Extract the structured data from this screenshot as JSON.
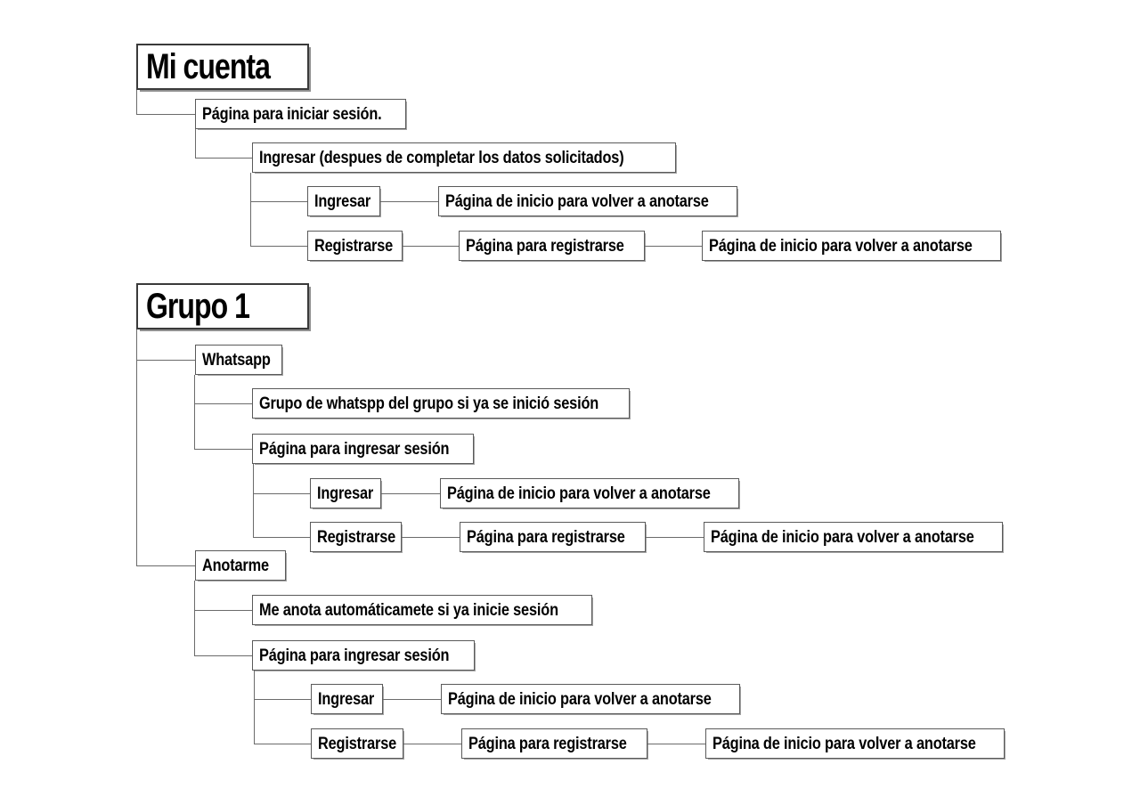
{
  "diagram": {
    "type": "tree-flowchart",
    "title_boxes": [
      {
        "id": "mi-cuenta",
        "label": "Mi cuenta"
      },
      {
        "id": "grupo-1",
        "label": "Grupo 1"
      }
    ],
    "nodes": {
      "mc_pagina_iniciar": "Página para iniciar sesión.",
      "mc_ingresar_datos": "Ingresar (despues de completar los datos solicitados)",
      "mc_ingresar": "Ingresar",
      "mc_inicio_volver_1": "Página de inicio para volver a anotarse",
      "mc_registrarse": "Registrarse",
      "mc_pagina_registrarse": "Página para registrarse",
      "mc_inicio_volver_2": "Página de inicio para volver a anotarse",
      "g1_whatsapp": "Whatsapp",
      "g1_grupo_whatspp": "Grupo de whatspp del grupo si ya se inició sesión",
      "g1_pagina_ingresar": "Página para ingresar sesión",
      "g1_ingresar": "Ingresar",
      "g1_inicio_volver_1": "Página de inicio para volver a anotarse",
      "g1_registrarse": "Registrarse",
      "g1_pagina_registrarse": "Página para registrarse",
      "g1_inicio_volver_2": "Página de inicio para volver a anotarse",
      "an_anotarme": "Anotarme",
      "an_me_anota": "Me anota automáticamete si ya inicie sesión",
      "an_pagina_ingresar": "Página para ingresar sesión",
      "an_ingresar": "Ingresar",
      "an_inicio_volver_1": "Página de inicio para volver a anotarse",
      "an_registrarse": "Registrarse",
      "an_pagina_registrarse": "Página para registrarse",
      "an_inicio_volver_2": "Página de inicio para volver a anotarse"
    },
    "colors": {
      "background": "#ffffff",
      "box_border": "#5a5a5a",
      "title_border": "#3a3a3a",
      "connector": "#6b6b6b",
      "text": "#000000"
    }
  }
}
